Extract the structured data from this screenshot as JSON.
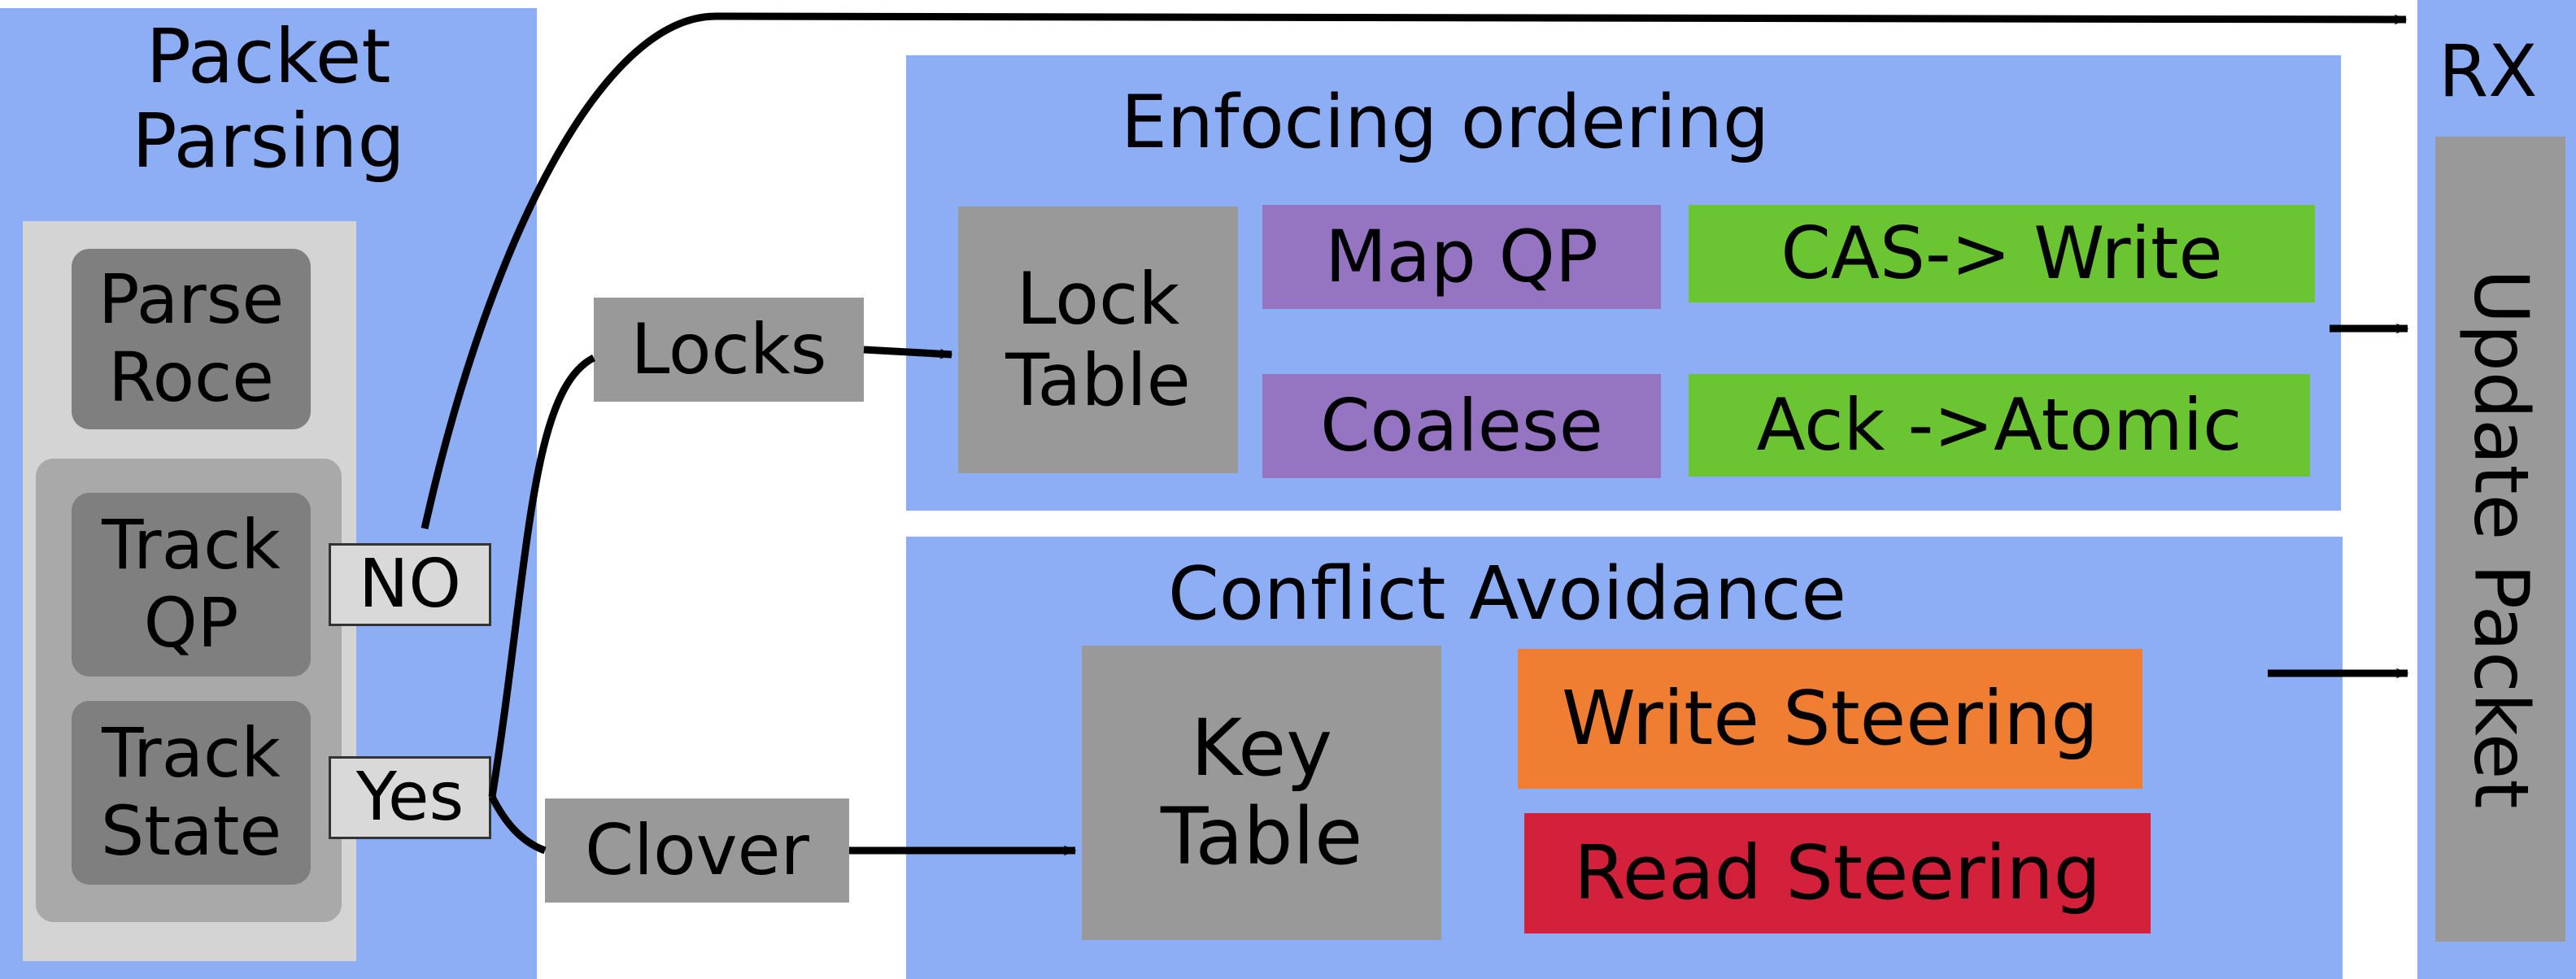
{
  "packet_parsing": {
    "title": "Packet\nParsing",
    "parse_roce": "Parse\nRoce",
    "track_qp": "Track\nQP",
    "track_state": "Track\nState"
  },
  "branches": {
    "no": "NO",
    "yes": "Yes"
  },
  "locks": "Locks",
  "clover": "Clover",
  "ordering": {
    "title": "Enfocing ordering",
    "lock_table": "Lock\nTable",
    "map_qp": "Map QP",
    "coalese": "Coalese",
    "cas_write": "CAS-> Write",
    "ack_atomic": "Ack ->Atomic"
  },
  "conflict": {
    "title": "Conflict Avoidance",
    "key_table": "Key\nTable",
    "write_steering": "Write Steering",
    "read_steering": "Read Steering"
  },
  "rx": {
    "title": "RX",
    "update_packet": "Update Packet"
  },
  "colors": {
    "blue": "#8daef5",
    "light_gray": "#d4d4d4",
    "gray": "#999999",
    "purple": "#9575c1",
    "green": "#6bc431",
    "orange": "#ef7e33",
    "red": "#d3213b"
  }
}
